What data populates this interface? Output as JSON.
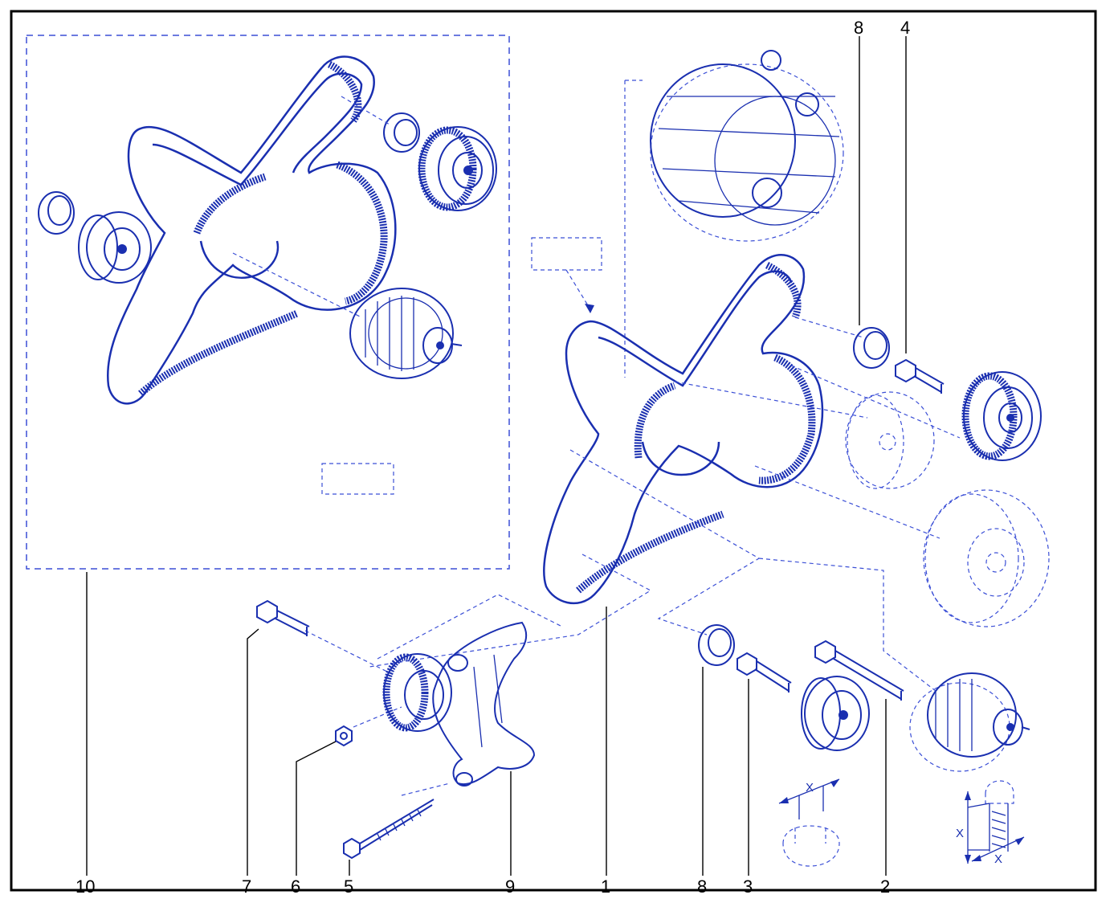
{
  "callouts": {
    "c1": "1",
    "c2": "2",
    "c3": "3",
    "c4": "4",
    "c5": "5",
    "c6": "6",
    "c7": "7",
    "c8_top": "8",
    "c8_bottom": "8",
    "c9": "9",
    "c10": "10"
  },
  "dimension_marks": {
    "nut_x": "X",
    "bolt_x_vertical": "X",
    "bolt_x_horizontal": "X"
  },
  "colors": {
    "ink": "#1a2fb0",
    "dashed": "#3b4fd6",
    "frame": "#000000"
  }
}
